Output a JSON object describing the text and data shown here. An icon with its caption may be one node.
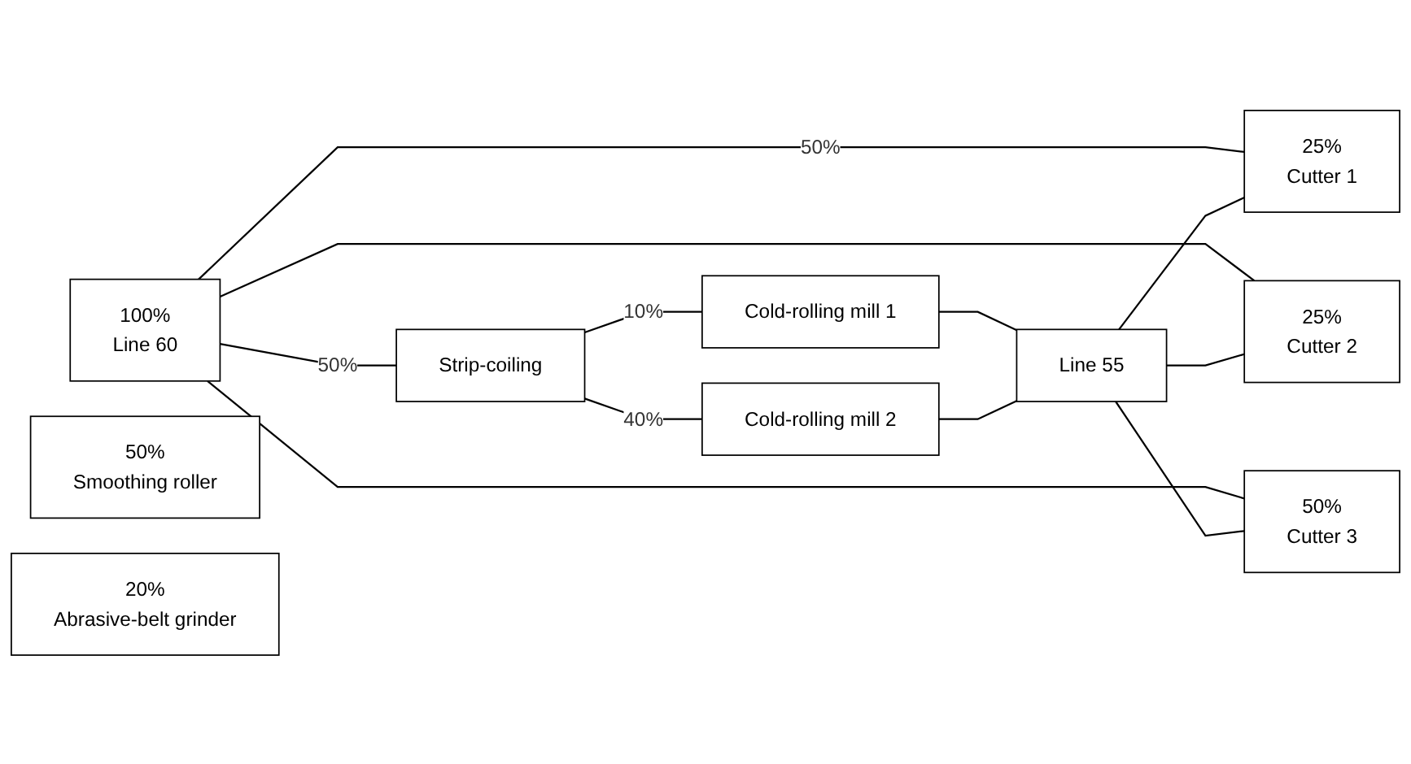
{
  "diagram": {
    "nodes": [
      {
        "text": [
          "100%",
          "Line 60"
        ]
      },
      {
        "text": [
          "Strip-coiling"
        ]
      },
      {
        "text": [
          "Cold-rolling mill 1"
        ]
      },
      {
        "text": [
          "Cold-rolling mill 2"
        ]
      },
      {
        "text": [
          "Line 55"
        ]
      },
      {
        "text": [
          "25%",
          "Cutter 1"
        ]
      },
      {
        "text": [
          "25%",
          "Cutter 2"
        ]
      },
      {
        "text": [
          "50%",
          "Cutter 3"
        ]
      },
      {
        "text": [
          "50%",
          "Smoothing roller"
        ]
      },
      {
        "text": [
          "20%",
          "Abrasive-belt grinder"
        ]
      }
    ],
    "edges": [
      {
        "from": 0,
        "to": 5,
        "arrow": "none",
        "label": "50%"
      },
      {
        "from": 0,
        "to": 6,
        "arrow": "none"
      },
      {
        "from": 0,
        "to": 7,
        "arrow": "none"
      },
      {
        "from": 0,
        "to": 1,
        "arrow": "none",
        "label": "50%"
      },
      {
        "from": 1,
        "to": 2,
        "arrow": "none",
        "label": "10%"
      },
      {
        "from": 1,
        "to": 3,
        "arrow": "none",
        "label": "40%"
      },
      {
        "from": 2,
        "to": 4,
        "arrow": "none"
      },
      {
        "from": 3,
        "to": 4,
        "arrow": "none"
      },
      {
        "from": 4,
        "to": 5,
        "arrow": "none"
      },
      {
        "from": 4,
        "to": 6,
        "arrow": "none"
      },
      {
        "from": 4,
        "to": 7,
        "arrow": "none"
      }
    ]
  }
}
